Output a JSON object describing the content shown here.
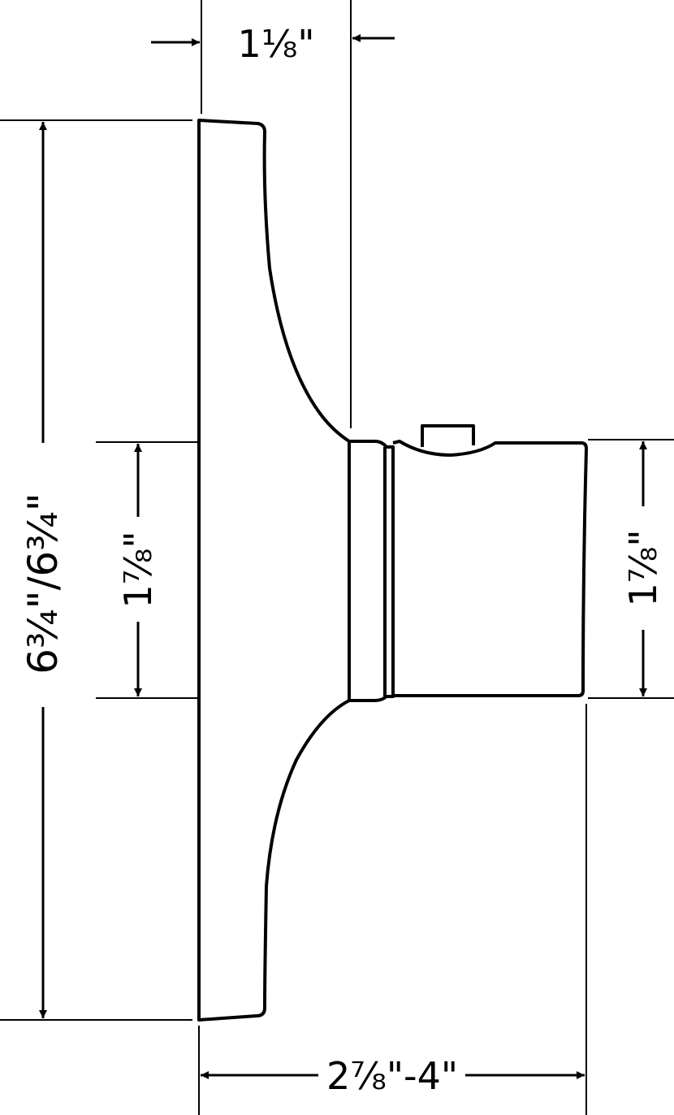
{
  "drawing": {
    "colors": {
      "line": "#000000",
      "background": "#ffffff"
    },
    "dimensions": {
      "top_width": "1⅛\"",
      "overall_height": "6¾\"/6¾\"",
      "left_handle_height": "1⅞\"",
      "right_handle_height": "1⅞\"",
      "bottom_depth": "2⅞\"-4\""
    }
  }
}
